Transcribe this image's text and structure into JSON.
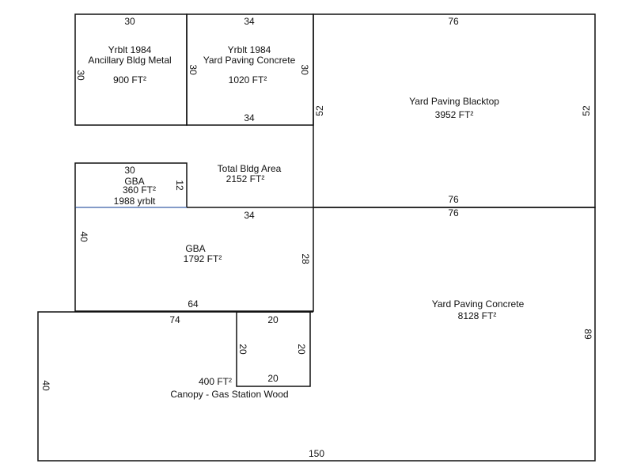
{
  "areas": {
    "ancillary": {
      "year": "Yrblt 1984",
      "name": "Ancillary Bldg Metal",
      "area": "900 FT²",
      "top": "30",
      "left": "30"
    },
    "yard_paving_1": {
      "year": "Yrblt 1984",
      "name": "Yard Paving Concrete",
      "area": "1020 FT²",
      "top": "34",
      "left": "30",
      "right": "30",
      "bottom": "34"
    },
    "blacktop": {
      "name": "Yard Paving Blacktop",
      "area": "3952 FT²",
      "top": "76",
      "left": "52",
      "right": "52",
      "bottom": "76"
    },
    "total": {
      "name": "Total Bldg Area",
      "area": "2152 FT²"
    },
    "gba_small": {
      "top": "30",
      "name": "GBA",
      "area": "360 FT²",
      "year": "1988 yrblt",
      "right": "12"
    },
    "gba": {
      "name": "GBA",
      "area": "1792 FT²",
      "top": "34",
      "left": "40",
      "right": "28",
      "bottom": "64"
    },
    "yard_concrete": {
      "name": "Yard Paving Concrete",
      "area": "8128 FT²",
      "top": "76",
      "right": "89"
    },
    "canopy": {
      "area": "400 FT²",
      "name": "Canopy - Gas Station Wood",
      "top": "20",
      "left": "20",
      "right": "20",
      "bottom": "20"
    },
    "outer": {
      "top": "74",
      "left": "40",
      "bottom": "150"
    }
  },
  "colors": {
    "line": "#111111",
    "accent_line": "#3a5fa8"
  }
}
